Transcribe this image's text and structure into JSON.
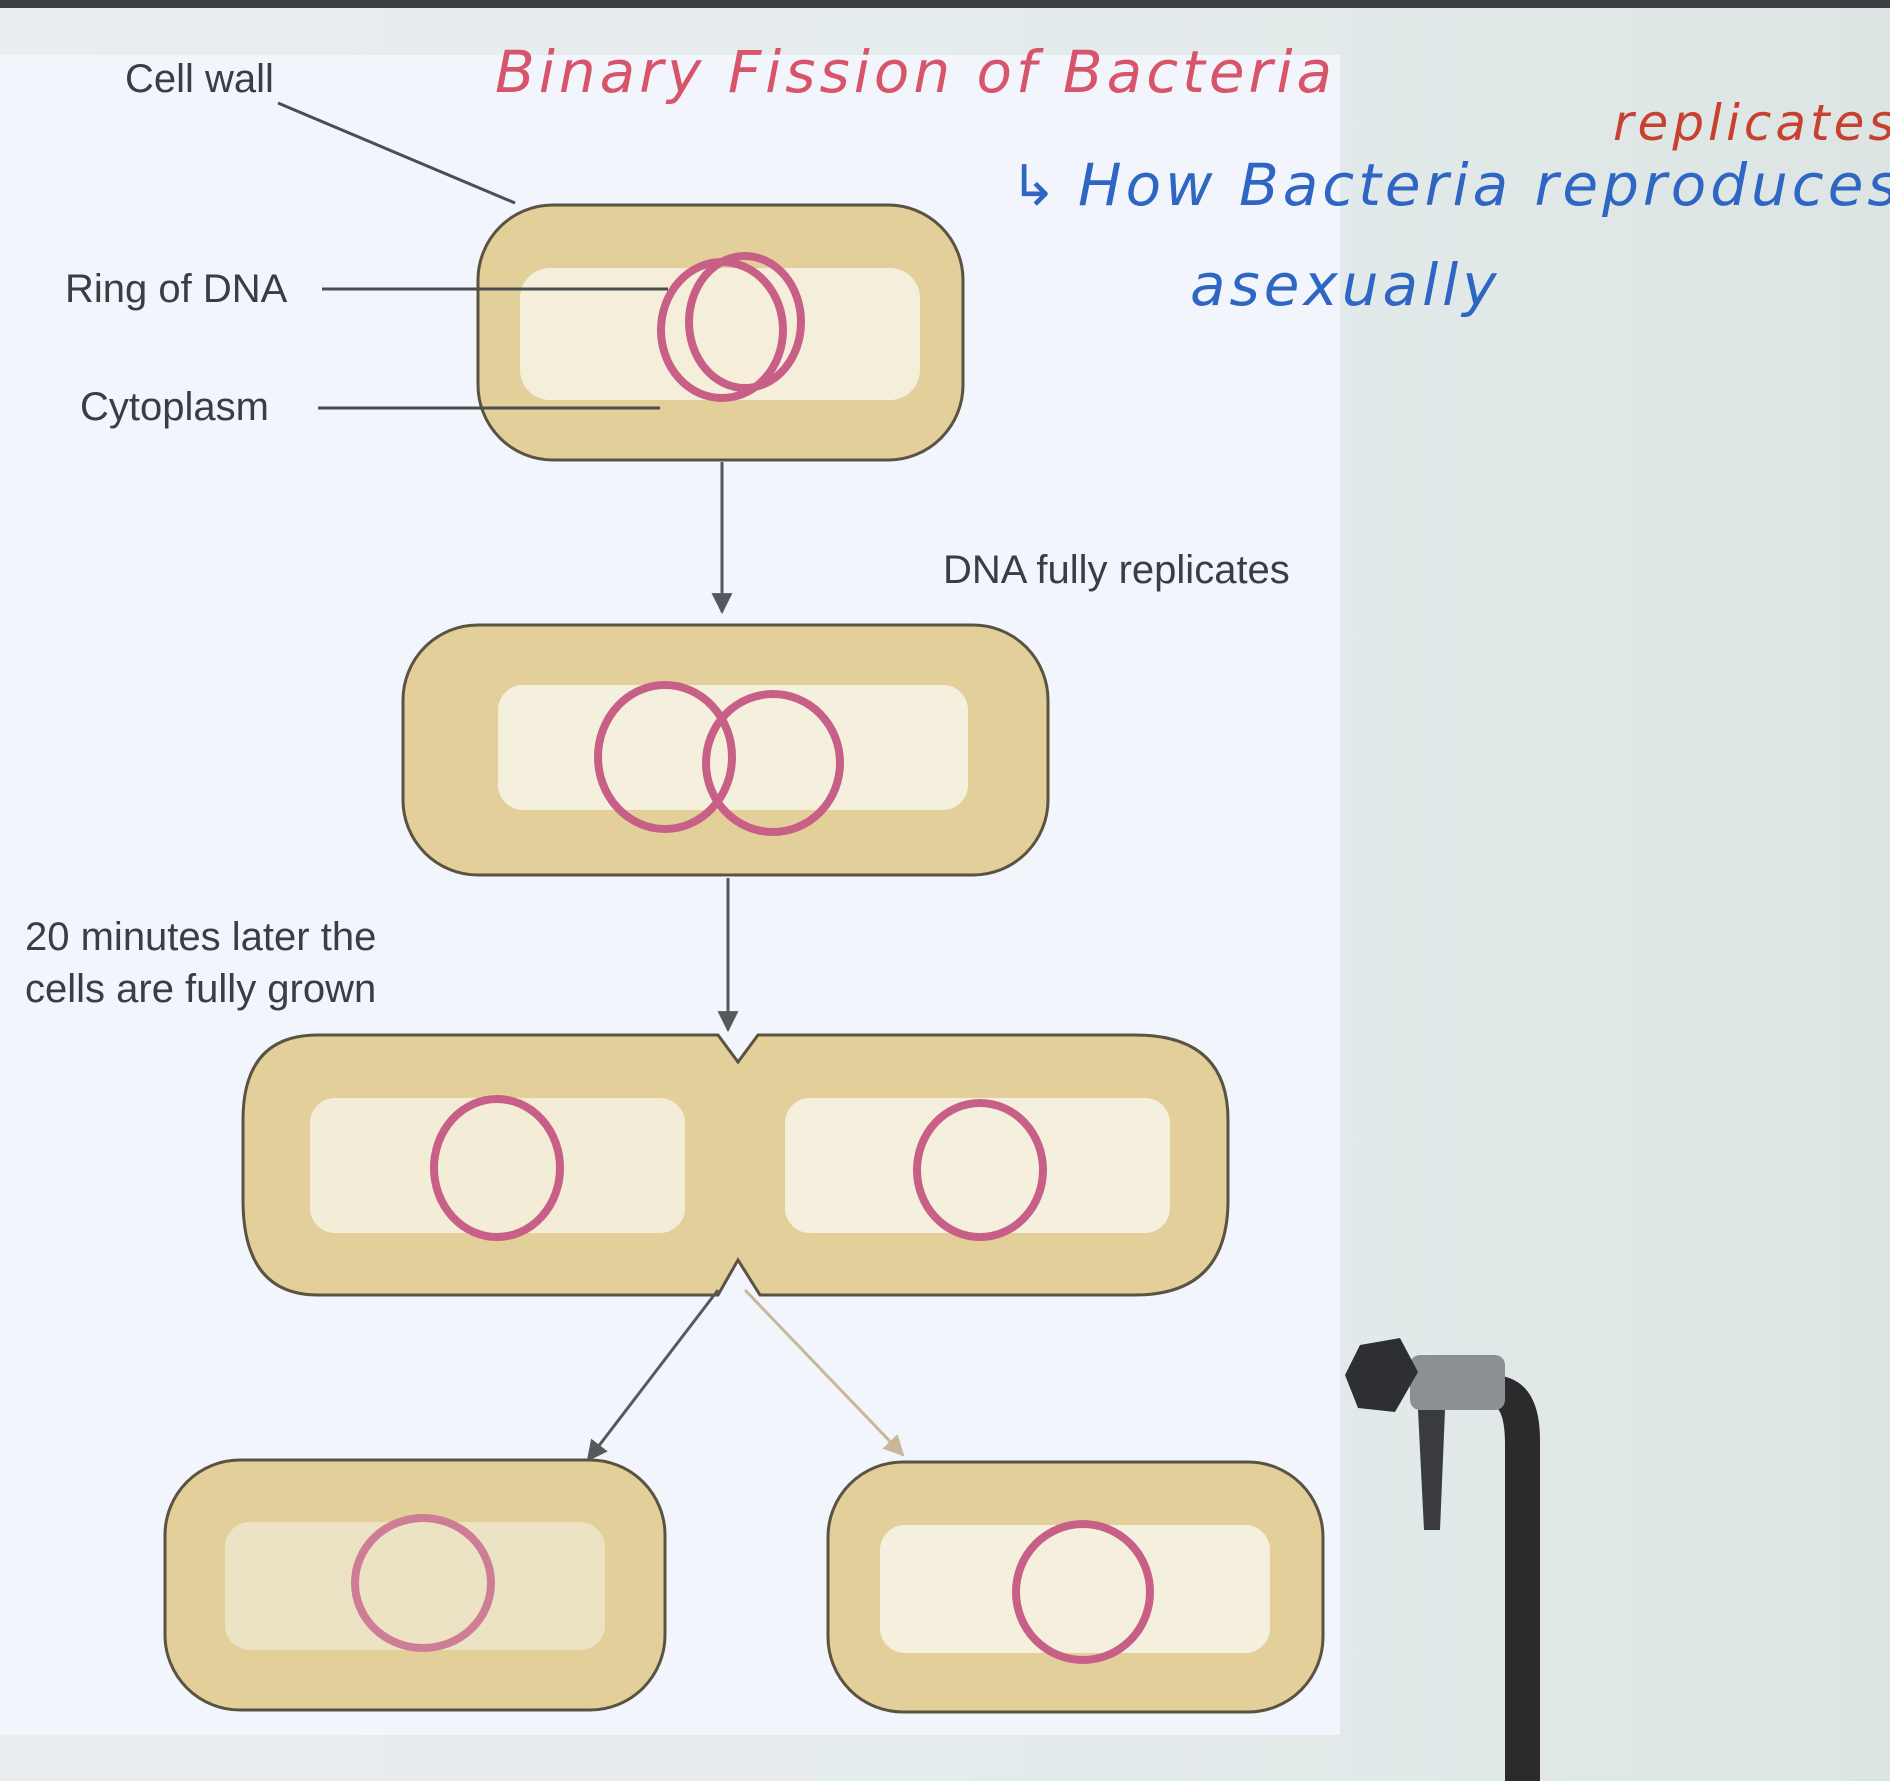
{
  "diagram": {
    "labels": {
      "cell_wall": "Cell wall",
      "ring_of_dna": "Ring of DNA",
      "cytoplasm": "Cytoplasm",
      "dna_fully_replicates": "DNA fully replicates",
      "twenty_minutes_line1": "20 minutes later the",
      "twenty_minutes_line2": "cells are fully grown"
    }
  },
  "annotations": {
    "title": "Binary Fission of Bacteria",
    "subtitle_prefix": "↳",
    "subtitle": "How Bacteria reproduces",
    "correction": "replicates",
    "subtitle_line2": "asexually"
  },
  "colors": {
    "board": "#e6ecee",
    "slide": "#f1f4fa",
    "cell_outer": "#e2cf9a",
    "cell_inner": "#f3ecd6",
    "cell_outline": "#5a5342",
    "dna": "#c85f86",
    "title_ink": "#d8546a",
    "annotation_blue": "#2f66c4",
    "annotation_red": "#c8402e"
  }
}
